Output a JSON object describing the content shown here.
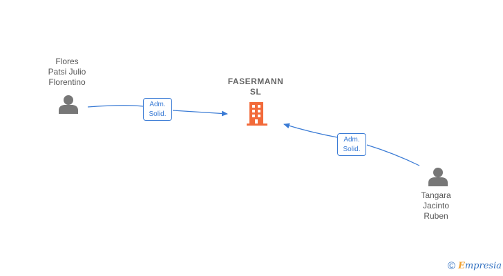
{
  "company": {
    "name_line1": "FASERMANN",
    "name_line2": "SL",
    "icon": "building-icon",
    "color": "#f26a3a"
  },
  "persons": [
    {
      "name_lines": [
        "Flores",
        "Patsi Julio",
        "Florentino"
      ],
      "icon": "person-icon"
    },
    {
      "name_lines": [
        "Tangara",
        "Jacinto",
        "Ruben"
      ],
      "icon": "person-icon"
    }
  ],
  "relations": [
    {
      "label_line1": "Adm.",
      "label_line2": "Solid."
    },
    {
      "label_line1": "Adm.",
      "label_line2": "Solid."
    }
  ],
  "colors": {
    "edge": "#3a7bd5",
    "person_icon": "#777777",
    "text": "#555555"
  },
  "watermark": {
    "copyright_symbol": "©",
    "brand_initial": "E",
    "brand_rest": "mpresia"
  }
}
